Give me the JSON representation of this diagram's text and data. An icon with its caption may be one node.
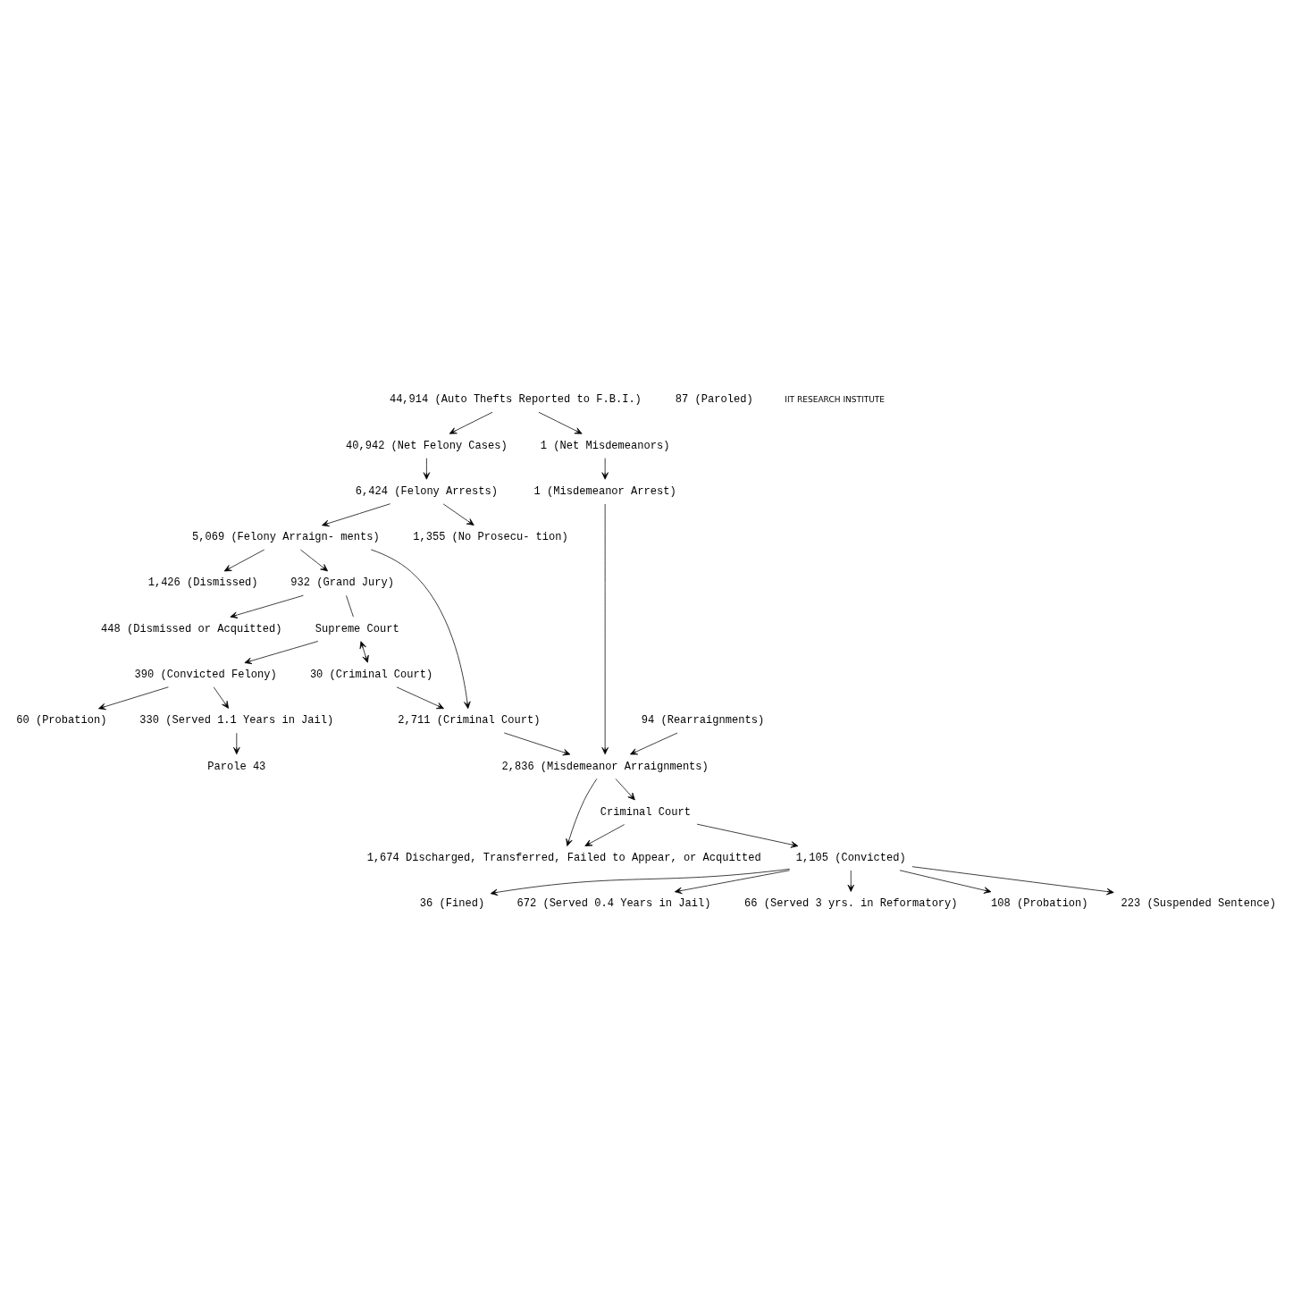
{
  "diagram": {
    "nodes": [
      {
        "text": [
          "44,914 (Auto Thefts Reported to F.B.I.)"
        ]
      },
      {
        "text": [
          "40,942 (Net Felony Cases)"
        ]
      },
      {
        "text": [
          "1 (Net Misdemeanors)"
        ]
      },
      {
        "text": [
          "6,424 (Felony Arrests)"
        ]
      },
      {
        "text": [
          "1 (Misdemeanor Arrest)"
        ]
      },
      {
        "text": [
          "1,355 (No Prosecu- tion)"
        ]
      },
      {
        "text": [
          "5,069 (Felony Arraign- ments)"
        ]
      },
      {
        "text": [
          "94 (Rearraignments)"
        ]
      },
      {
        "text": [
          "2,836 (Misdemeanor Arraignments)"
        ]
      },
      {
        "text": [
          "2,711 (Criminal Court)"
        ]
      },
      {
        "text": [
          "1,426 (Dismissed)"
        ]
      },
      {
        "text": [
          "932 (Grand Jury)"
        ]
      },
      {
        "text": [
          "Supreme Court"
        ]
      },
      {
        "text": [
          "30 (Criminal Court)"
        ]
      },
      {
        "text": [
          "1,674 Discharged, Transferred, Failed to Appear, or Acquitted"
        ]
      },
      {
        "text": [
          "Criminal Court"
        ]
      },
      {
        "text": [
          "448 (Dismissed or Acquitted)"
        ]
      },
      {
        "text": [
          "390 (Convicted Felony)"
        ]
      },
      {
        "text": [
          "1,105 (Convicted)"
        ]
      },
      {
        "text": [
          "60 (Probation)"
        ]
      },
      {
        "text": [
          "330 (Served 1.1 Years in Jail)"
        ]
      },
      {
        "text": [
          "Parole 43"
        ]
      },
      {
        "text": [
          "36 (Fined)"
        ]
      },
      {
        "text": [
          "672 (Served 0.4 Years in Jail)"
        ]
      },
      {
        "text": [
          "87 (Paroled)"
        ]
      },
      {
        "text": [
          "66 (Served 3 yrs. in Reformatory)"
        ]
      },
      {
        "text": [
          "108 (Probation)"
        ]
      },
      {
        "text": [
          "223 (Suspended Sentence)"
        ]
      }
    ],
    "edges": [
      {
        "from": 0,
        "to": 1,
        "arrow": "to"
      },
      {
        "from": 0,
        "to": 2,
        "arrow": "to"
      },
      {
        "from": 1,
        "to": 3,
        "arrow": "to"
      },
      {
        "from": 2,
        "to": 4,
        "arrow": "to"
      },
      {
        "from": 3,
        "to": 5,
        "arrow": "to"
      },
      {
        "from": 3,
        "to": 6,
        "arrow": "to"
      },
      {
        "from": 4,
        "to": 8,
        "arrow": "to"
      },
      {
        "from": 7,
        "to": 8,
        "arrow": "to"
      },
      {
        "from": 6,
        "to": 9,
        "arrow": "to"
      },
      {
        "from": 6,
        "to": 10,
        "arrow": "to"
      },
      {
        "from": 6,
        "to": 11,
        "arrow": "to"
      },
      {
        "from": 9,
        "to": 8,
        "arrow": "to"
      },
      {
        "from": 11,
        "to": 16,
        "arrow": "to"
      },
      {
        "from": 11,
        "to": 12,
        "arrow": "none"
      },
      {
        "from": 12,
        "to": 17,
        "arrow": "to"
      },
      {
        "from": 12,
        "to": 13,
        "arrow": "both"
      },
      {
        "from": 13,
        "to": 9,
        "arrow": "to"
      },
      {
        "from": 8,
        "to": 14,
        "arrow": "to"
      },
      {
        "from": 8,
        "to": 15,
        "arrow": "to"
      },
      {
        "from": 15,
        "to": 14,
        "arrow": "to"
      },
      {
        "from": 15,
        "to": 18,
        "arrow": "to"
      },
      {
        "from": 17,
        "to": 19,
        "arrow": "to"
      },
      {
        "from": 17,
        "to": 20,
        "arrow": "to"
      },
      {
        "from": 20,
        "to": 21,
        "arrow": "to"
      },
      {
        "from": 18,
        "to": 22,
        "arrow": "to"
      },
      {
        "from": 18,
        "to": 23,
        "arrow": "to"
      },
      {
        "from": 18,
        "to": 25,
        "arrow": "to"
      },
      {
        "from": 18,
        "to": 26,
        "arrow": "to"
      },
      {
        "from": 18,
        "to": 27,
        "arrow": "to"
      }
    ],
    "labels": [
      "IIT RESEARCH INSTITUTE"
    ]
  }
}
